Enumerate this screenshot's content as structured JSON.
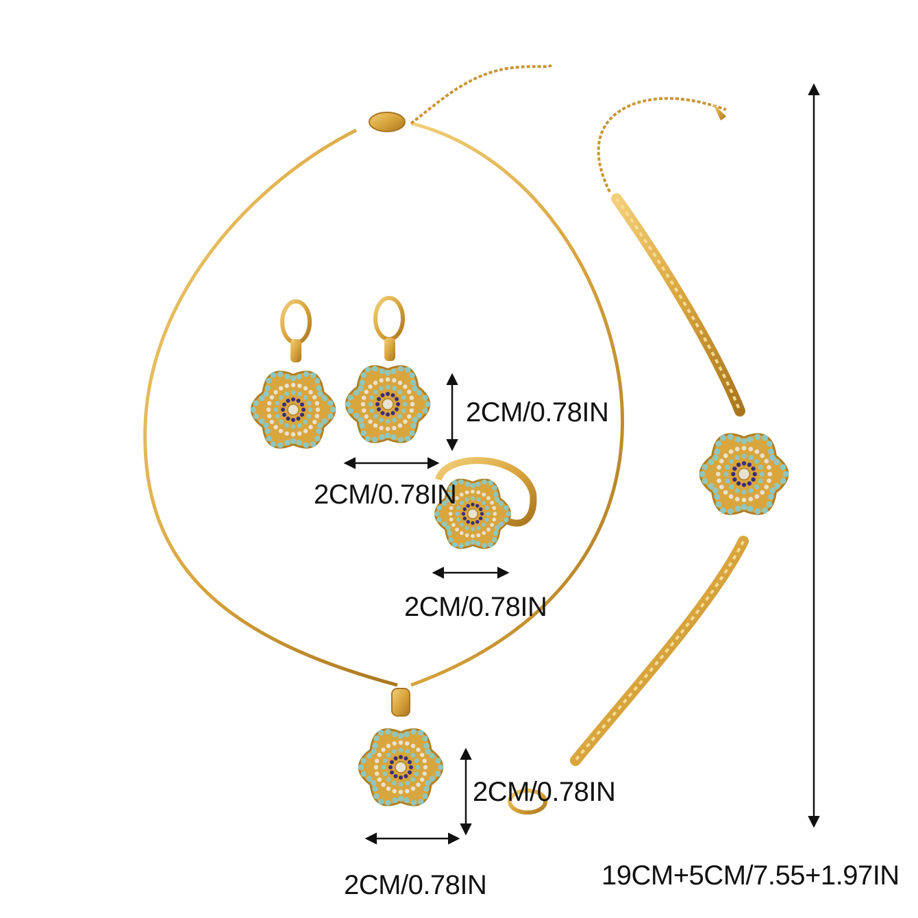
{
  "colors": {
    "background": "#ffffff",
    "gold": "#d9a53d",
    "gold_dark": "#b07e22",
    "turquoise": "#8fc7bf",
    "crystal": "#e8e2d0",
    "sapphire": "#3a2f7a",
    "arrow": "#111111"
  },
  "icons": {
    "vertical_arrow": "double-headed-vertical-arrow-icon",
    "horizontal_arrow": "double-headed-horizontal-arrow-icon"
  },
  "dimensions": {
    "earring_height": "2CM/0.78IN",
    "earring_width": "2CM/0.78IN",
    "ring_width": "2CM/0.78IN",
    "pendant_height": "2CM/0.78IN",
    "pendant_width": "2CM/0.78IN",
    "bracelet_length": "19CM+5CM/7.55+1.97IN"
  }
}
